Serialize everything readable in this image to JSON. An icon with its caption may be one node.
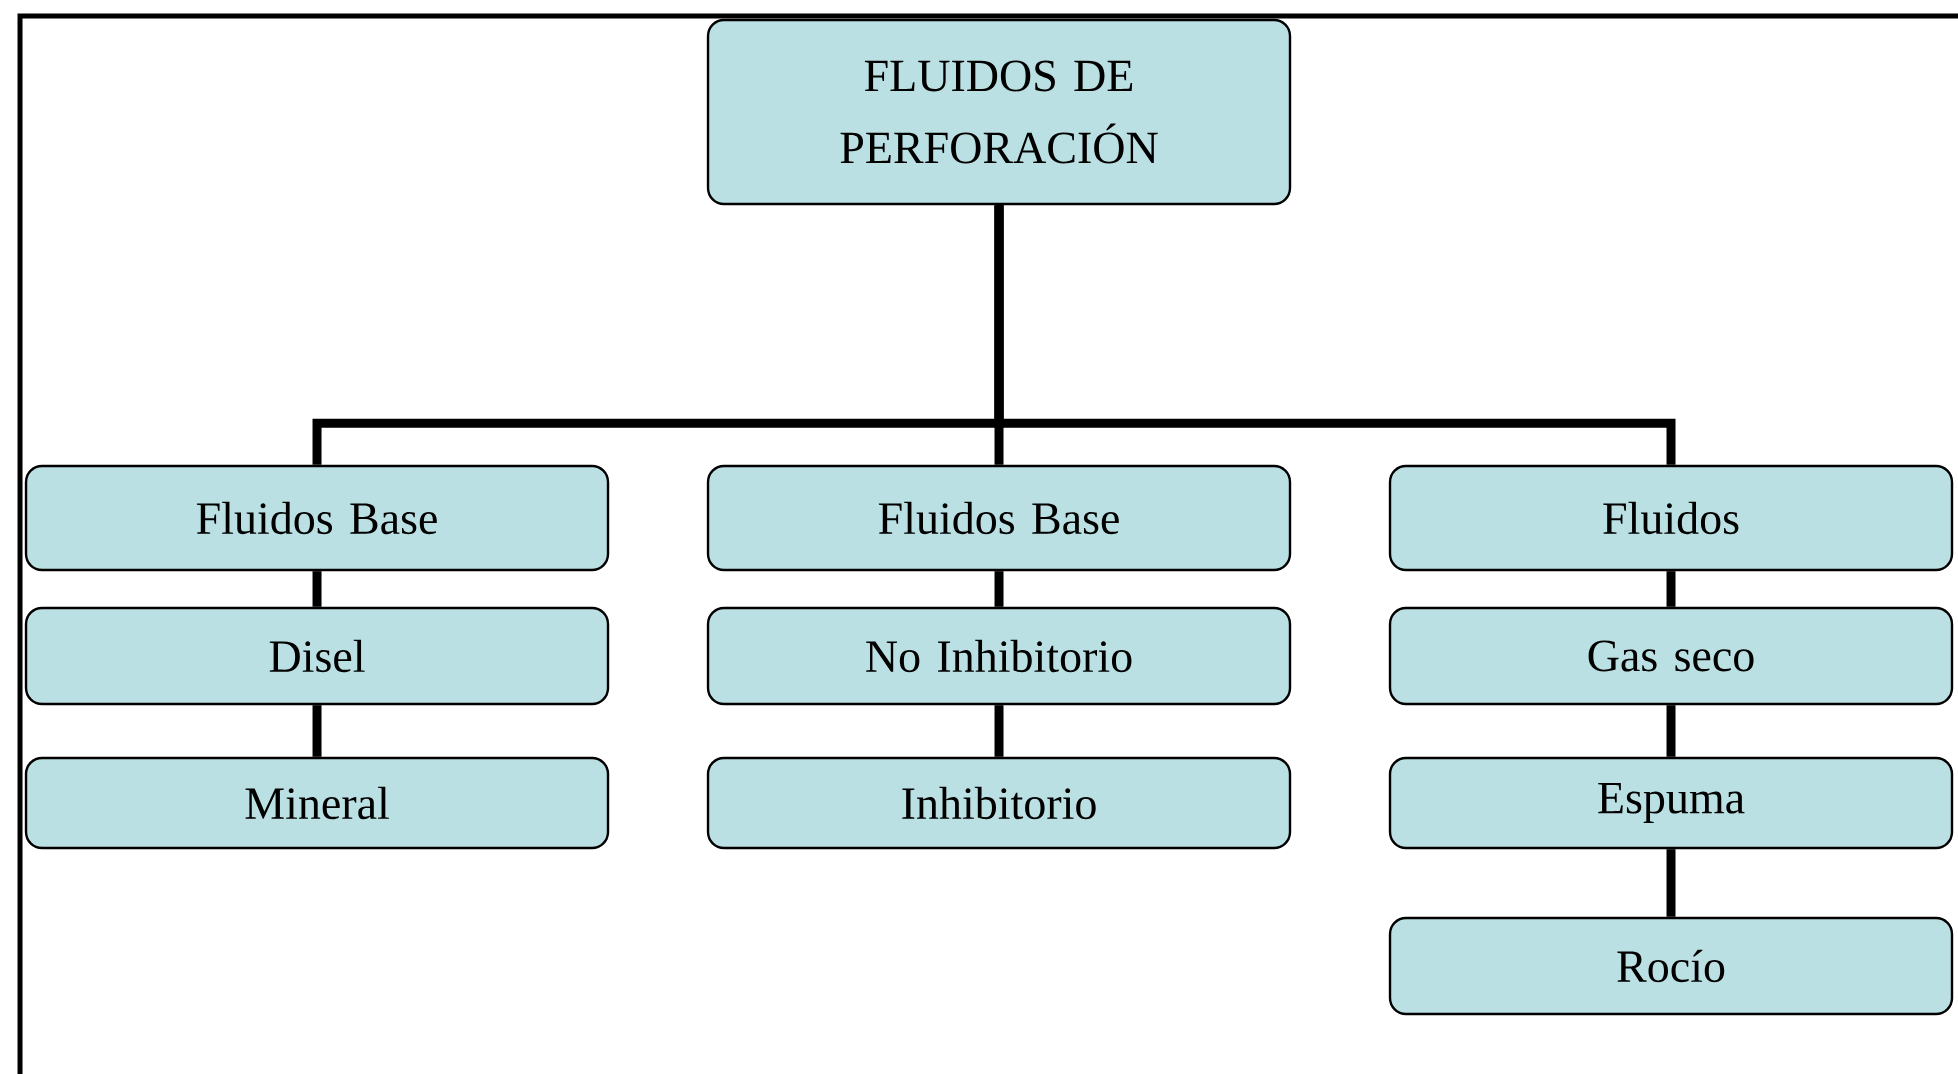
{
  "diagram": {
    "nodes": [
      {
        "text": [
          "FLUIDOS DE PERFORACIÓN"
        ]
      },
      {
        "text": [
          "Fluidos Base"
        ]
      },
      {
        "text": [
          "Disel"
        ]
      },
      {
        "text": [
          "Mineral"
        ]
      },
      {
        "text": [
          "Fluidos Base"
        ]
      },
      {
        "text": [
          "No Inhibitorio"
        ]
      },
      {
        "text": [
          "Inhibitorio"
        ]
      },
      {
        "text": [
          "Fluidos"
        ]
      },
      {
        "text": [
          "Gas seco"
        ]
      },
      {
        "text": [
          "Espuma"
        ]
      },
      {
        "text": [
          "Rocío"
        ]
      }
    ],
    "edges": [
      {
        "from": 0,
        "to": 1,
        "arrow": "none"
      },
      {
        "from": 0,
        "to": 4,
        "arrow": "none"
      },
      {
        "from": 0,
        "to": 7,
        "arrow": "none"
      },
      {
        "from": 1,
        "to": 2,
        "arrow": "none"
      },
      {
        "from": 2,
        "to": 3,
        "arrow": "none"
      },
      {
        "from": 4,
        "to": 5,
        "arrow": "none"
      },
      {
        "from": 5,
        "to": 6,
        "arrow": "none"
      },
      {
        "from": 7,
        "to": 8,
        "arrow": "none"
      },
      {
        "from": 8,
        "to": 9,
        "arrow": "none"
      },
      {
        "from": 9,
        "to": 10,
        "arrow": "none"
      }
    ]
  }
}
